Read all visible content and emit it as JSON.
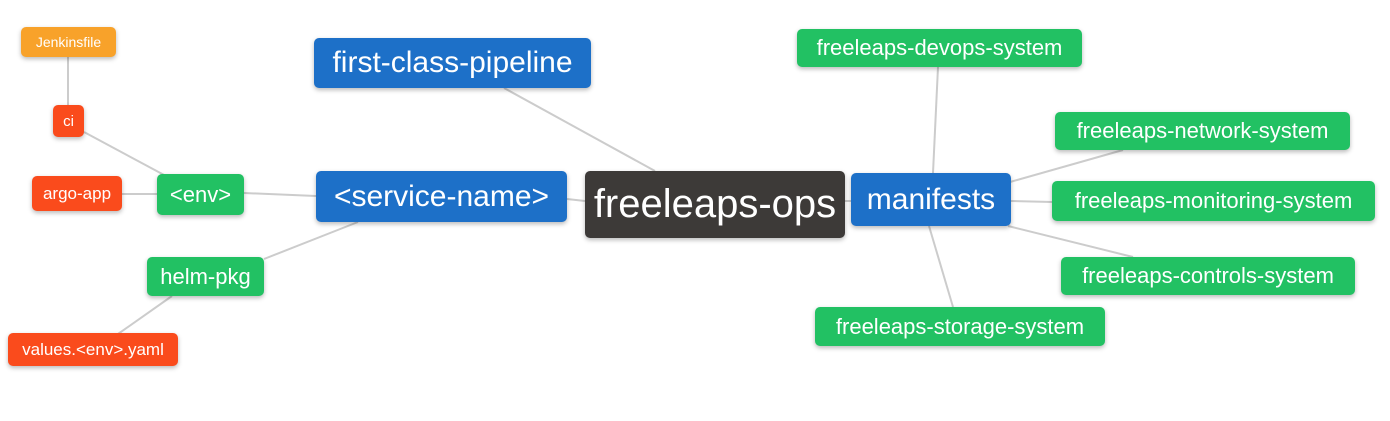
{
  "palette": {
    "root": "#3d3a38",
    "branch_blue": "#1d70c8",
    "leaf_green": "#22c163",
    "leaf_red": "#fa4b1c",
    "leaf_orange": "#f8a22a",
    "link": "#cccccc",
    "text": "#ffffff"
  },
  "nodes": {
    "freeleaps_ops": {
      "label": "freeleaps-ops"
    },
    "first_class_pipeline": {
      "label": "first-class-pipeline"
    },
    "service_name": {
      "label": "<service-name>"
    },
    "manifests": {
      "label": "manifests"
    },
    "env": {
      "label": "<env>"
    },
    "helm_pkg": {
      "label": "helm-pkg"
    },
    "ci": {
      "label": "ci"
    },
    "argo_app": {
      "label": "argo-app"
    },
    "jenkinsfile": {
      "label": "Jenkinsfile"
    },
    "values_env_yaml": {
      "label": "values.<env>.yaml"
    },
    "devops_system": {
      "label": "freeleaps-devops-system"
    },
    "network_system": {
      "label": "freeleaps-network-system"
    },
    "monitoring_system": {
      "label": "freeleaps-monitoring-system"
    },
    "controls_system": {
      "label": "freeleaps-controls-system"
    },
    "storage_system": {
      "label": "freeleaps-storage-system"
    }
  },
  "edges": [
    {
      "from": "jenkinsfile",
      "to": "ci"
    },
    {
      "from": "ci",
      "to": "env"
    },
    {
      "from": "argo_app",
      "to": "env"
    },
    {
      "from": "env",
      "to": "service_name"
    },
    {
      "from": "helm_pkg",
      "to": "service_name"
    },
    {
      "from": "helm_pkg",
      "to": "values_env_yaml"
    },
    {
      "from": "first_class_pipeline",
      "to": "freeleaps_ops"
    },
    {
      "from": "service_name",
      "to": "freeleaps_ops"
    },
    {
      "from": "freeleaps_ops",
      "to": "manifests"
    },
    {
      "from": "manifests",
      "to": "devops_system"
    },
    {
      "from": "manifests",
      "to": "network_system"
    },
    {
      "from": "manifests",
      "to": "monitoring_system"
    },
    {
      "from": "manifests",
      "to": "controls_system"
    },
    {
      "from": "manifests",
      "to": "storage_system"
    }
  ]
}
